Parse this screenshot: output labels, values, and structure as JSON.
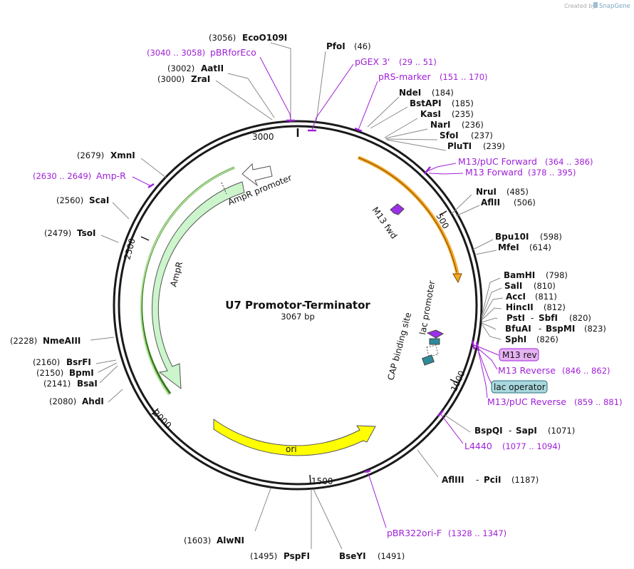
{
  "header": {
    "created_by": "Created by",
    "brand": "SnapGene"
  },
  "plasmid": {
    "name": "U7 Promotor-Terminator",
    "size": "3067 bp",
    "length": 3067
  },
  "ticks": [
    "500",
    "1000",
    "1500",
    "2000",
    "2500",
    "3000"
  ],
  "enzymes": [
    {
      "name": "EcoO109I",
      "pos": "(3056)"
    },
    {
      "name": "PfoI",
      "pos": "(46)"
    },
    {
      "name": "AatII",
      "pos": "(3002)"
    },
    {
      "name": "ZraI",
      "pos": "(3000)"
    },
    {
      "name": "NdeI",
      "pos": "(184)"
    },
    {
      "name": "BstAPI",
      "pos": "(185)"
    },
    {
      "name": "KasI",
      "pos": "(235)"
    },
    {
      "name": "NarI",
      "pos": "(236)"
    },
    {
      "name": "SfoI",
      "pos": "(237)"
    },
    {
      "name": "PluTI",
      "pos": "(239)"
    },
    {
      "name": "XmnI",
      "pos": "(2679)"
    },
    {
      "name": "NruI",
      "pos": "(485)"
    },
    {
      "name": "AflII",
      "pos": "(506)"
    },
    {
      "name": "ScaI",
      "pos": "(2560)"
    },
    {
      "name": "TsoI",
      "pos": "(2479)"
    },
    {
      "name": "Bpu10I",
      "pos": "(598)"
    },
    {
      "name": "MfeI",
      "pos": "(614)"
    },
    {
      "name": "BamHI",
      "pos": "(798)"
    },
    {
      "name": "SalI",
      "pos": "(810)"
    },
    {
      "name": "AccI",
      "pos": "(811)"
    },
    {
      "name": "HincII",
      "pos": "(812)"
    },
    {
      "name": "PstI",
      "pos": "(820)",
      "pair": "SbfI"
    },
    {
      "name": "BfuAI",
      "pos": "(823)",
      "pair": "BspMI"
    },
    {
      "name": "SphI",
      "pos": "(826)"
    },
    {
      "name": "NmeAIII",
      "pos": "(2228)"
    },
    {
      "name": "BsrFI",
      "pos": "(2160)"
    },
    {
      "name": "BpmI",
      "pos": "(2150)"
    },
    {
      "name": "BsaI",
      "pos": "(2141)"
    },
    {
      "name": "AhdI",
      "pos": "(2080)"
    },
    {
      "name": "BspQI",
      "pos": "(1071)",
      "pair": "SapI"
    },
    {
      "name": "AflIII",
      "pos": "(1187)",
      "pair": "PciI"
    },
    {
      "name": "AlwNI",
      "pos": "(1603)"
    },
    {
      "name": "PspFI",
      "pos": "(1495)"
    },
    {
      "name": "BseYI",
      "pos": "(1491)"
    }
  ],
  "primers": [
    {
      "name": "pBRforEco",
      "range": "(3040 .. 3058)"
    },
    {
      "name": "pGEX 3'",
      "range": "(29 .. 51)"
    },
    {
      "name": "pRS-marker",
      "range": "(151 .. 170)"
    },
    {
      "name": "M13/pUC Forward",
      "range": "(364 .. 386)"
    },
    {
      "name": "M13 Forward",
      "range": "(378 .. 395)"
    },
    {
      "name": "Amp-R",
      "range": "(2630 .. 2649)"
    },
    {
      "name": "M13 rev",
      "range": ""
    },
    {
      "name": "M13 Reverse",
      "range": "(846 .. 862)"
    },
    {
      "name": "lac operator",
      "range": ""
    },
    {
      "name": "M13/pUC Reverse",
      "range": "(859 .. 881)"
    },
    {
      "name": "L4440",
      "range": "(1077 .. 1094)"
    },
    {
      "name": "pBR322ori-F",
      "range": "(1328 .. 1347)"
    }
  ],
  "features": {
    "ampr_promoter": "AmpR promoter",
    "ampr": "AmpR",
    "ori": "ori",
    "m13_fwd": "M13 fwd",
    "lac_promoter": "lac promoter",
    "cap_site": "CAP binding site"
  },
  "colors": {
    "backbone": "#1a1a1a",
    "primer": "#a020d8",
    "ampr_fill": "#ccf5cc",
    "ampr_stroke": "#3d7a1f",
    "ori_fill": "#ffff00",
    "orange": "#f5a623",
    "teal": "#2e8b9a",
    "m13rev_fill": "#e6b3f2",
    "lacop_fill": "#a8d8de"
  }
}
